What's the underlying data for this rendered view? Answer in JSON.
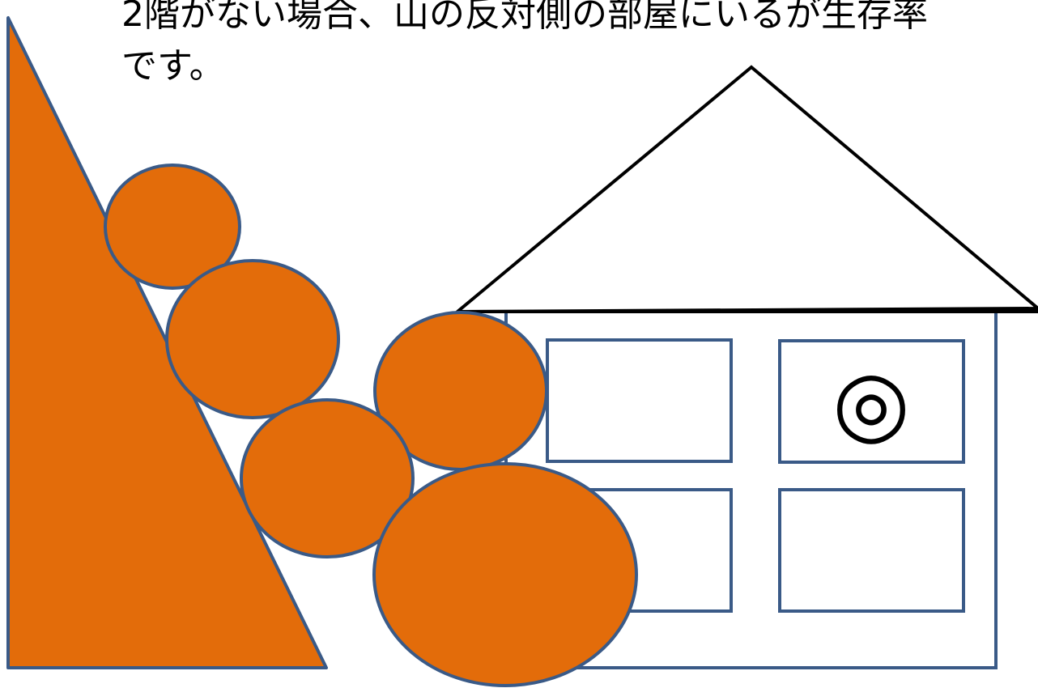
{
  "caption": {
    "line1": "2階がない場合、山の反対側の部屋にいるが生存率",
    "line2": "です。"
  },
  "house": {
    "safe_room_marker": "◎",
    "room_count": 4
  },
  "colors": {
    "earth_fill": "#e36c0a",
    "shape_outline": "#3a5a87",
    "roof_outline": "#000000",
    "background": "#ffffff"
  }
}
